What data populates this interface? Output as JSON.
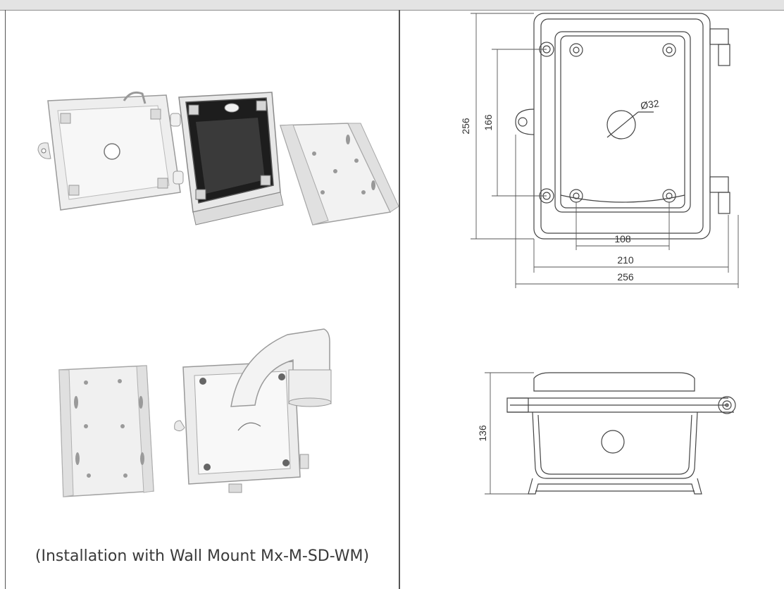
{
  "caption": "(Installation with Wall Mount Mx-M-SD-WM)",
  "top_drawing": {
    "dim_height_outer": "256",
    "dim_height_inner": "166",
    "dim_hole": "Ø32",
    "dim_width_holes": "108",
    "dim_width_inner": "210",
    "dim_width_outer": "256"
  },
  "side_drawing": {
    "dim_depth": "136"
  }
}
